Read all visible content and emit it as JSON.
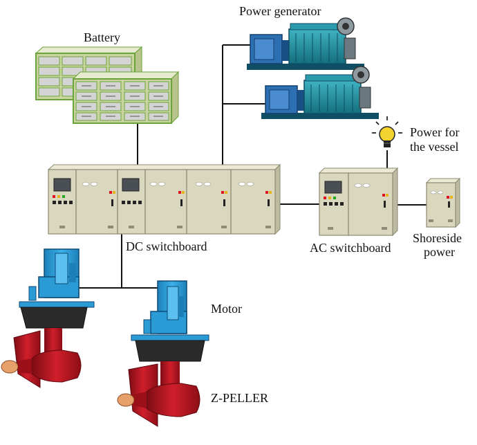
{
  "labels": {
    "battery": "Battery",
    "power_generator": "Power generator",
    "power_for_vessel_line1": "Power for",
    "power_for_vessel_line2": "the vessel",
    "dc_switchboard": "DC switchboard",
    "ac_switchboard": "AC switchboard",
    "shoreside_line1": "Shoreside",
    "shoreside_line2": "power",
    "motor": "Motor",
    "zpeller": "Z-PELLER"
  },
  "colors": {
    "cabinet": "#d9d7bd",
    "cabinet_shade": "#b7b59c",
    "battery_frame": "#c9d4a0",
    "battery_border": "#6aa33a",
    "generator_teal": "#1f8fa0",
    "generator_blue": "#2d6fb3",
    "motor_blue": "#2b9bd6",
    "propeller_red": "#b5141f",
    "gearbox_dark": "#2b2b2b",
    "wire": "#111111",
    "bulb": "#f2d22e"
  },
  "icons": [
    "battery-icon",
    "generator-icon",
    "switchboard-icon",
    "light-bulb-icon",
    "motor-icon",
    "propeller-icon"
  ]
}
